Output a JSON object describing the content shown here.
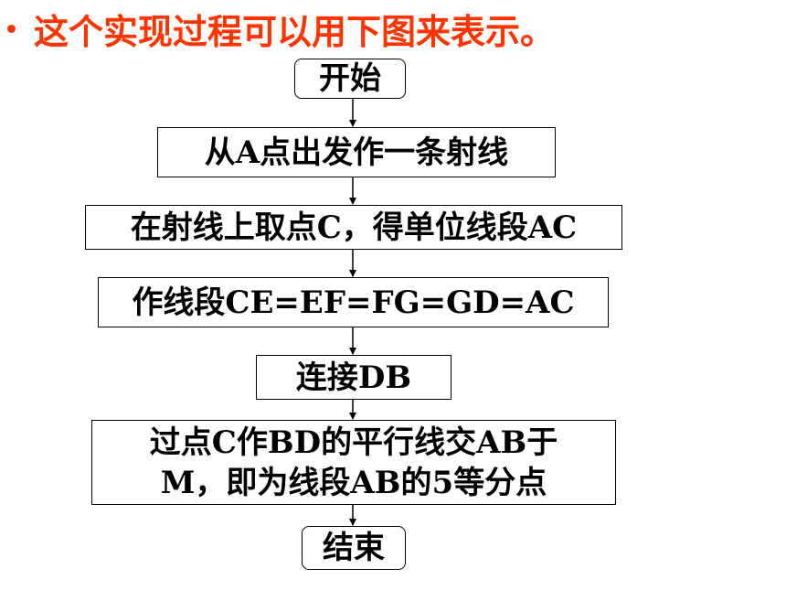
{
  "heading": "这个实现过程可以用下图来表示。",
  "colors": {
    "heading": "#ff3300",
    "stroke": "#000000",
    "text": "#000000"
  },
  "flow": {
    "start": "开始",
    "step1": "从A点出发作一条射线",
    "step2": "在射线上取点C，得单位线段AC",
    "step3": "作线段CE=EF=FG=GD=AC",
    "step4": "连接DB",
    "step5_line1": "过点C作BD的平行线交AB于",
    "step5_line2": "M，即为线段AB的5等分点",
    "end": "结束"
  }
}
